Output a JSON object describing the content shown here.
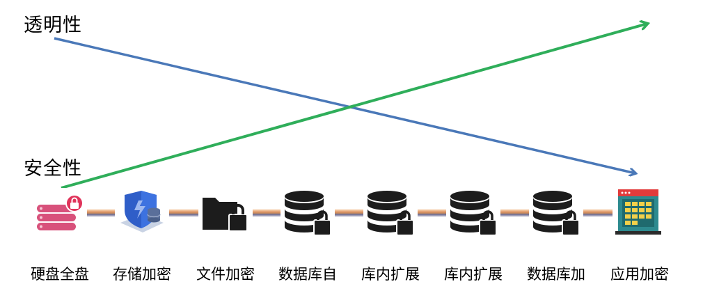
{
  "labels": {
    "transparency": "透明性",
    "security": "安全性"
  },
  "colors": {
    "transparency_arrow": "#4a78b8",
    "security_arrow": "#2fae5a"
  },
  "items": [
    {
      "caption": "硬盘全盘",
      "icon": "disk-stack-lock-icon"
    },
    {
      "caption": "存储加密",
      "icon": "shield-storage-icon"
    },
    {
      "caption": "文件加密",
      "icon": "folder-lock-icon"
    },
    {
      "caption": "数据库自",
      "icon": "database-lock-icon"
    },
    {
      "caption": "库内扩展",
      "icon": "database-lock-icon"
    },
    {
      "caption": "库内扩展",
      "icon": "database-lock-icon"
    },
    {
      "caption": "数据库加",
      "icon": "database-lock-icon"
    },
    {
      "caption": "应用加密",
      "icon": "application-window-icon"
    }
  ]
}
